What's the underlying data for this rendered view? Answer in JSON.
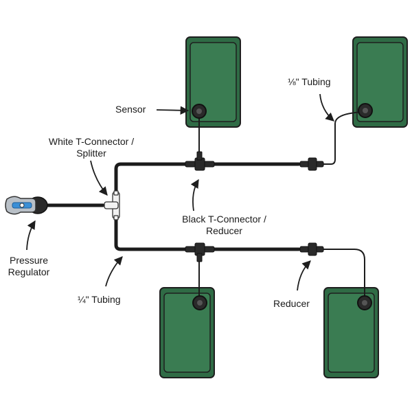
{
  "labels": {
    "sensor": "Sensor",
    "eighth_tubing": "⅛\" Tubing",
    "white_t_line1": "White T-Connector /",
    "white_t_line2": "Splitter",
    "black_t_line1": "Black T-Connector /",
    "black_t_line2": "Reducer",
    "pressure_line1": "Pressure",
    "pressure_line2": "Regulator",
    "quarter_tubing": "¼\" Tubing",
    "reducer": "Reducer"
  },
  "colors": {
    "panel_fill": "#2f6b45",
    "panel_inner": "#3a7c52",
    "outline": "#1e1e1e",
    "tubing": "#1c1c1c",
    "regulator_blue": "#3b8fd6",
    "regulator_grey": "#b9c0c7",
    "white_connector": "#f2f2f2"
  },
  "icons": [
    "pressure-regulator-icon",
    "white-t-connector-icon",
    "black-t-connector-icon",
    "reducer-icon",
    "sensor-icon",
    "plant-pot-icon"
  ]
}
